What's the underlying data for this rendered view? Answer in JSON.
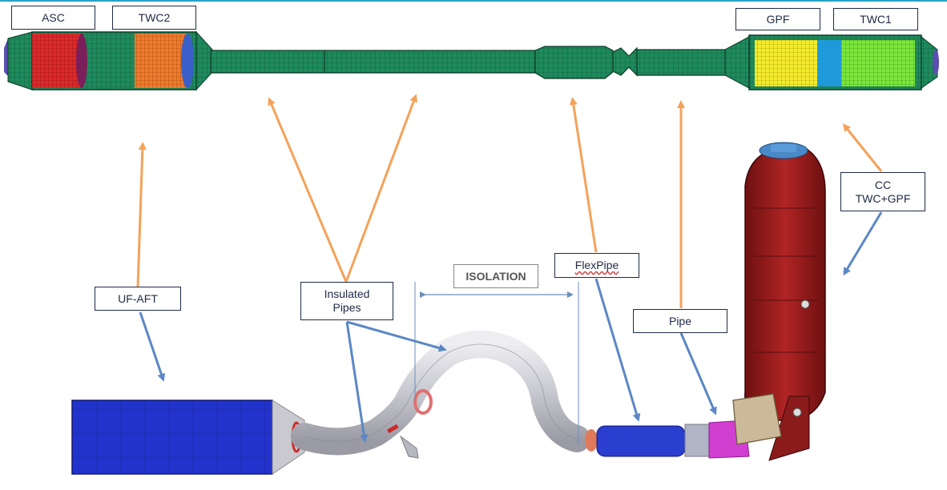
{
  "labels": {
    "asc": "ASC",
    "twc2": "TWC2",
    "gpf": "GPF",
    "twc1": "TWC1",
    "uf_aft": "UF-AFT",
    "insulated_pipes": [
      "Insulated",
      "Pipes"
    ],
    "isolation": "ISOLATION",
    "flexpipe": "FlexPipe",
    "pipe": "Pipe",
    "cc": [
      "CC",
      "TWC+GPF"
    ]
  },
  "colors": {
    "arrow_orange": "#f4a25a",
    "arrow_blue": "#5b87c5",
    "box_border": "#1f2a44",
    "asc_red": "#e02828",
    "twc2_orange": "#f07a28",
    "gpf_yellow": "#f4ec2a",
    "twc1_green": "#7ae83a",
    "mesh_green": "#1e8a5a",
    "uf_blue": "#2233cc",
    "cc_dark_red": "#8b1a1a",
    "flex_blue": "#2a3ecf",
    "pipe_magenta": "#d13fd1",
    "pipe_grey": "#c9c9cf"
  }
}
